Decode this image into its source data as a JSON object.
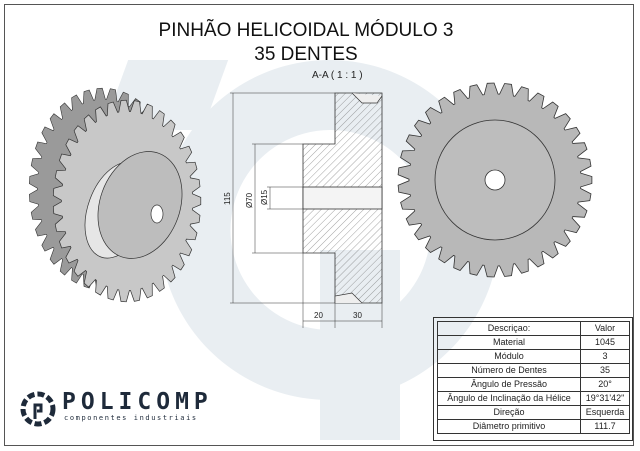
{
  "title": {
    "line1": "PINHÃO HELICOIDAL MÓDULO 3",
    "line2": "35 DENTES"
  },
  "section": {
    "label": "A-A ( 1 : 1 )",
    "dims": {
      "overall": "115",
      "hub": "Ø70",
      "bore": "Ø15",
      "hub_width": "20",
      "gear_width": "30"
    }
  },
  "table": {
    "headers": [
      "Descriçao:",
      "Valor"
    ],
    "rows": [
      [
        "Material",
        "1045"
      ],
      [
        "Módulo",
        "3"
      ],
      [
        "Número de Dentes",
        "35"
      ],
      [
        "Ângulo de Pressão",
        "20°"
      ],
      [
        "Ângulo de Inclinação da Hélice",
        "19°31'42\""
      ],
      [
        "Direção",
        "Esquerda"
      ],
      [
        "Diâmetro primitivo",
        "111.7"
      ]
    ]
  },
  "logo": {
    "brand": "POLICOMP",
    "tagline": "componentes industriais"
  },
  "colors": {
    "watermark": "#e6ecf1",
    "gear": "#b8b8b8",
    "ink": "#1e2a3a"
  }
}
